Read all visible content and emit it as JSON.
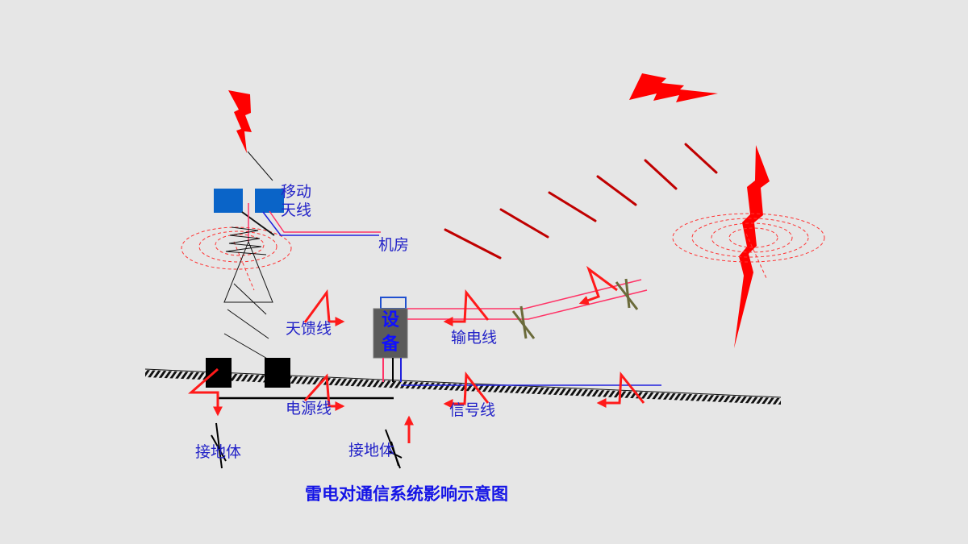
{
  "labels": {
    "mobile_antenna_line1": "移动",
    "mobile_antenna_line2": "天线",
    "machine_room": "机房",
    "antenna_feeder": "天馈线",
    "device_char1": "设",
    "device_char2": "备",
    "transmission_line": "输电线",
    "power_line": "电源线",
    "signal_line": "信号线",
    "ground_body_left": "接地体",
    "ground_body_right": "接地体"
  },
  "caption": "雷电对通信系统影响示意图",
  "colors": {
    "background": "#e6e6e6",
    "lightning": "#ff0000",
    "surge_line": "#c00000",
    "antenna_panel": "#0a64c8",
    "device_box": "#5a5a5a",
    "label_text": "#2323c8",
    "insulator": "#6b6b3a"
  }
}
